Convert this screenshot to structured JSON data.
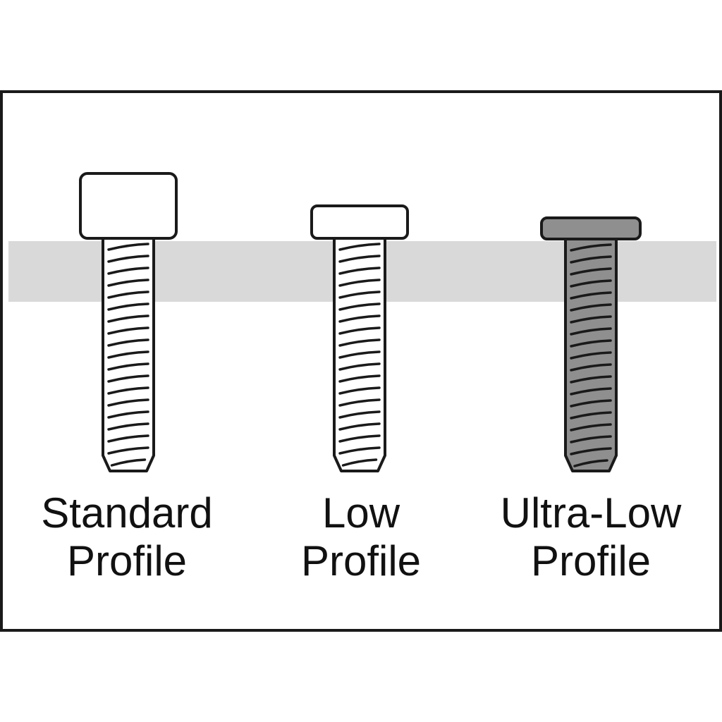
{
  "colors": {
    "frame_border": "#1a1a1a",
    "surface_band": "#d9d9d9",
    "standard_fill": "#ffffff",
    "low_fill": "#ffffff",
    "ultra_low_fill": "#8f8f8f",
    "outline": "#1a1a1a"
  },
  "screws": [
    {
      "id": "standard",
      "label_line1": "Standard",
      "label_line2": "Profile",
      "head": "tall-cap",
      "finish": "plain"
    },
    {
      "id": "low",
      "label_line1": "Low",
      "label_line2": "Profile",
      "head": "low-cap",
      "finish": "plain"
    },
    {
      "id": "ultra_low",
      "label_line1": "Ultra-Low",
      "label_line2": "Profile",
      "head": "ultra-low-cap",
      "finish": "dark"
    }
  ]
}
